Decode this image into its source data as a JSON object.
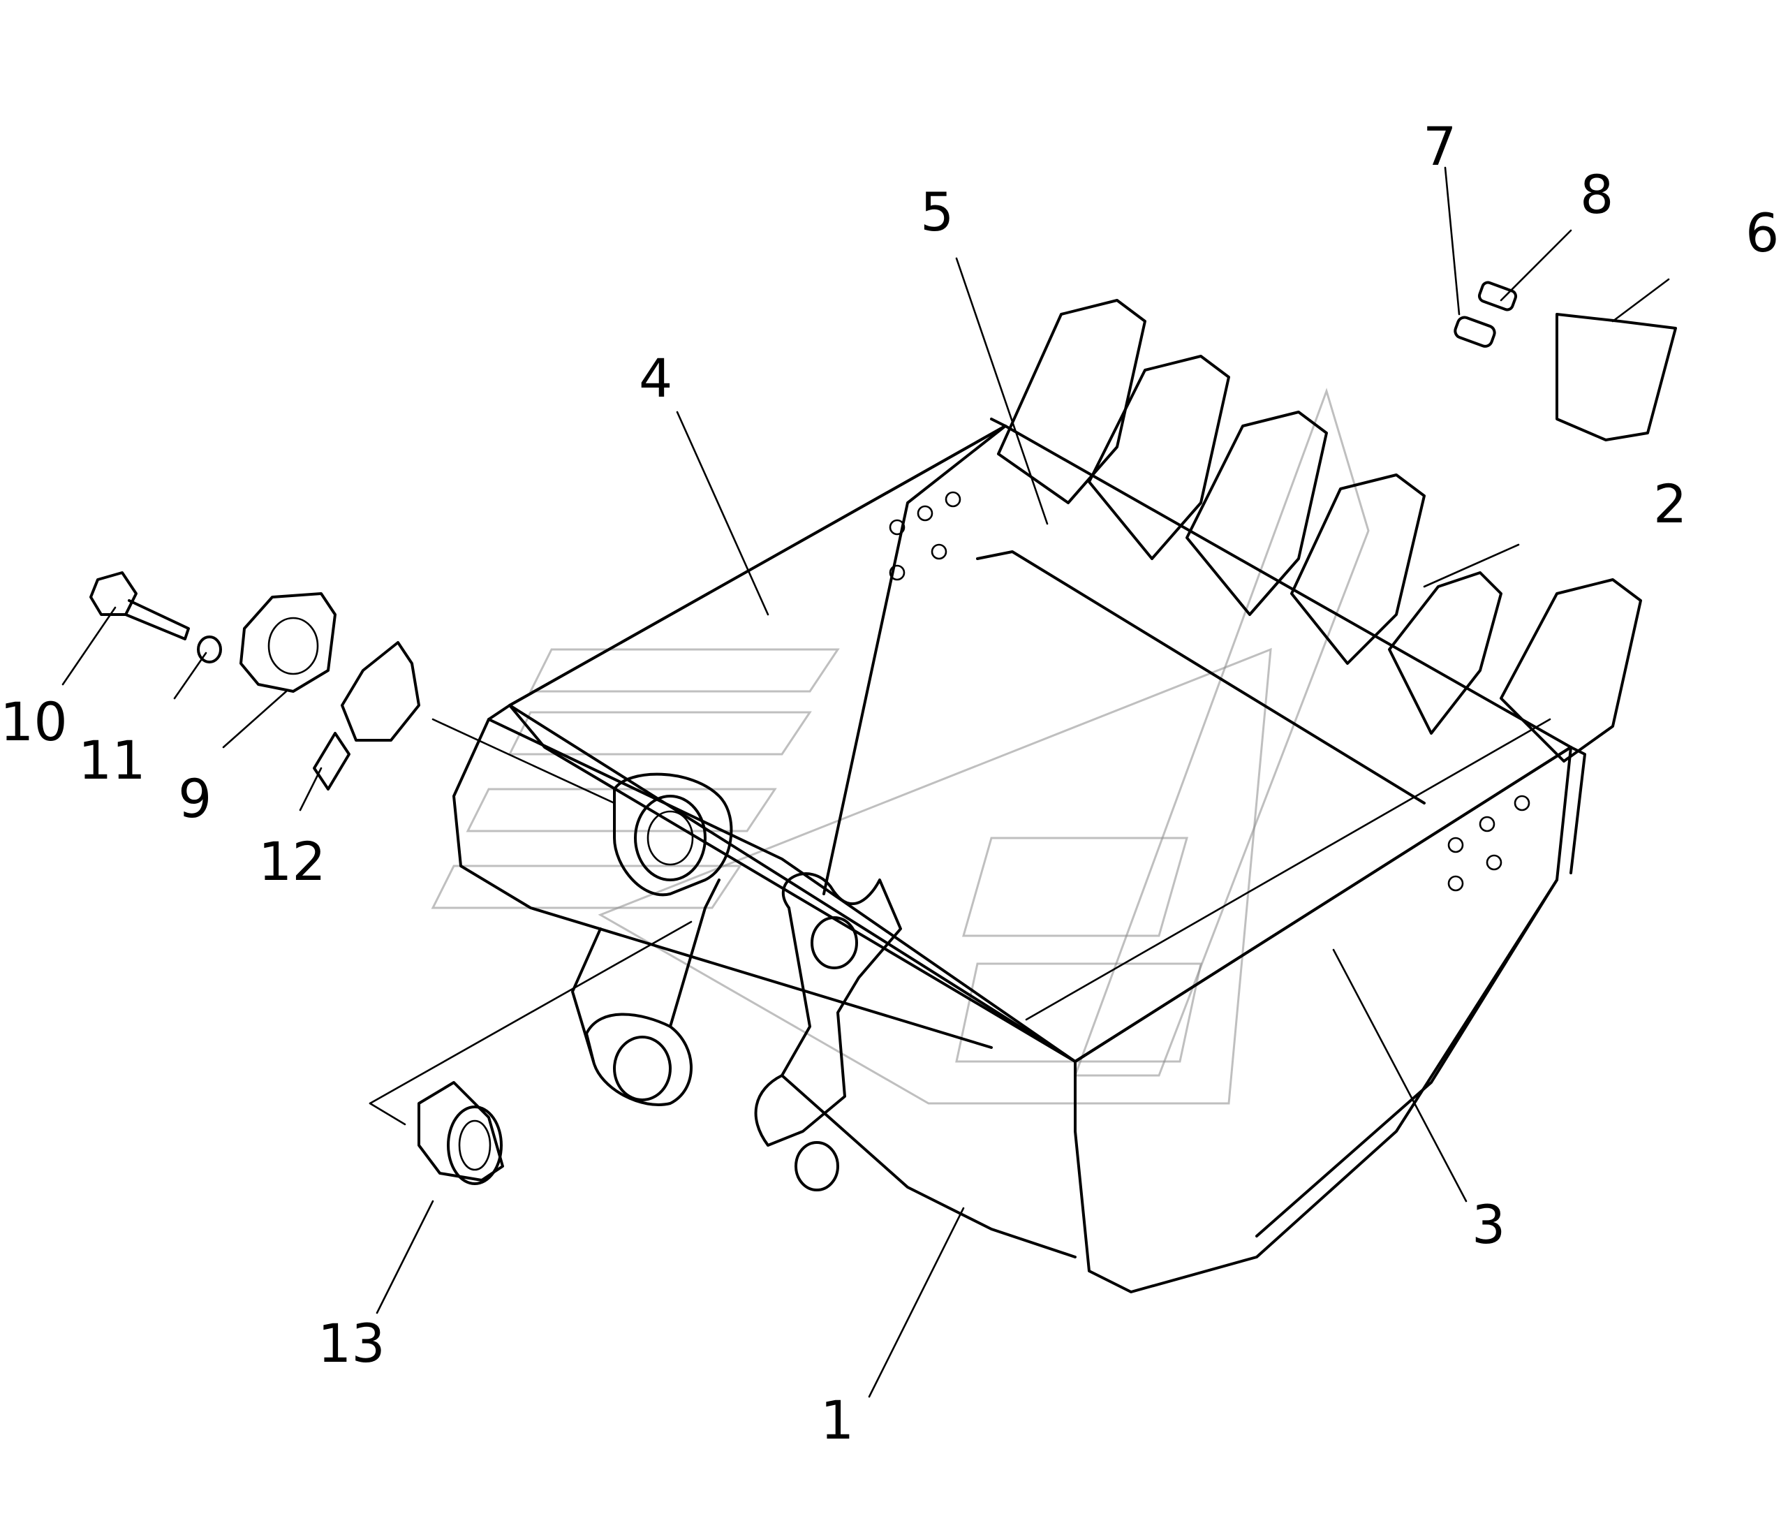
{
  "labels": [
    "1",
    "2",
    "3",
    "4",
    "5",
    "6",
    "7",
    "8",
    "9",
    "10",
    "11",
    "12",
    "13"
  ],
  "icons": {
    "bucket": "bucket-body-icon",
    "tooth": "bucket-tooth-icon",
    "bolt": "bolt-icon",
    "washer": "washer-icon",
    "flange": "flange-icon",
    "shim": "shim-icon",
    "bushing": "bushing-icon",
    "pin": "pin-icon",
    "lock": "lock-icon"
  }
}
